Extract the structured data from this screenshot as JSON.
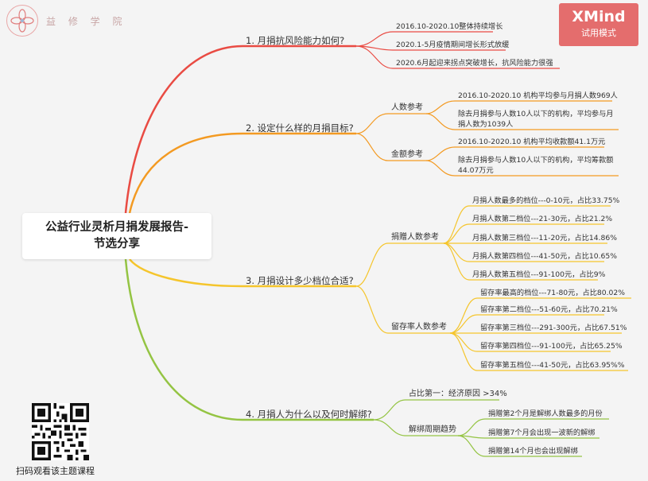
{
  "logo": {
    "text": "益 修 学 院",
    "icon": "flower-logo-icon"
  },
  "watermark": {
    "brand": "XMind",
    "mode": "试用模式"
  },
  "central": {
    "line1": "公益行业灵析月捐发展报告-",
    "line2": "节选分享"
  },
  "branches": [
    {
      "label": "1. 月捐抗风险能力如何?",
      "color": "#e94b43",
      "leaves": [
        "2016.10-2020.10整体持续增长",
        "2020.1-5月疫情期间增长形式放缓",
        "2020.6月起迎来拐点突破增长，抗风险能力很强"
      ]
    },
    {
      "label": "2. 设定什么样的月捐目标?",
      "color": "#f39a22",
      "groups": [
        {
          "label": "人数参考",
          "leaves": [
            "2016.10-2020.10 机构平均参与月捐人数969人",
            "除去月捐参与人数10人以下的机构，平均参与月捐人数为1039人"
          ]
        },
        {
          "label": "金额参考",
          "leaves": [
            "2016.10-2020.10 机构平均收款额41.1万元",
            "除去月捐参与人数10人以下的机构，平均筹款额44.07万元"
          ]
        }
      ]
    },
    {
      "label": "3. 月捐设计多少档位合适?",
      "color": "#f5c52c",
      "groups": [
        {
          "label": "捐赠人数参考",
          "leaves": [
            "月捐人数最多的档位---0-10元，占比33.75%",
            "月捐人数第二档位---21-30元，占比21.2%",
            "月捐人数第三档位---11-20元，占比14.86%",
            "月捐人数第四档位---41-50元，占比10.65%",
            "月捐人数第五档位---91-100元，占比9%"
          ]
        },
        {
          "label": "留存率人数参考",
          "leaves": [
            "留存率最高的档位---71-80元，占比80.02%",
            "留存率第二档位---51-60元，占比70.21%",
            "留存率第三档位---291-300元，占比67.51%",
            "留存率第四档位---91-100元，占比65.25%",
            "留存率第五档位---41-50元，占比63.95%%"
          ]
        }
      ]
    },
    {
      "label": "4. 月捐人为什么以及何时解绑?",
      "color": "#94c443",
      "groups": [
        {
          "label": "占比第一：经济原因 >34%",
          "leaves": []
        },
        {
          "label": "解绑周期趋势",
          "leaves": [
            "捐赠第2个月是解绑人数最多的月份",
            "捐赠第7个月会出现一波新的解绑",
            "捐赠第14个月也会出现解绑"
          ]
        }
      ]
    }
  ],
  "qr": {
    "caption": "扫码观看该主题课程"
  }
}
